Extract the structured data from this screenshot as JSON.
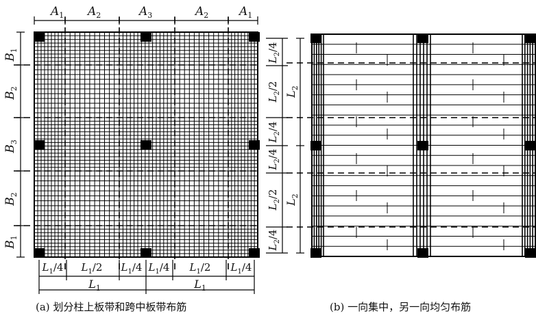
{
  "figure_a": {
    "caption": "(a) 划分柱上板带和跨中板带布筋",
    "top_labels": [
      {
        "main": "A",
        "sub": "1"
      },
      {
        "main": "A",
        "sub": "2"
      },
      {
        "main": "A",
        "sub": "3"
      },
      {
        "main": "A",
        "sub": "2"
      },
      {
        "main": "A",
        "sub": "1"
      }
    ],
    "left_labels": [
      {
        "main": "B",
        "sub": "1"
      },
      {
        "main": "B",
        "sub": "2"
      },
      {
        "main": "B",
        "sub": "3"
      },
      {
        "main": "B",
        "sub": "2"
      },
      {
        "main": "B",
        "sub": "1"
      }
    ],
    "bottom_strip_labels": [
      {
        "main": "L",
        "sub": "1",
        "tail": "/4"
      },
      {
        "main": "L",
        "sub": "1",
        "tail": "/2"
      },
      {
        "main": "L",
        "sub": "1",
        "tail": "/4"
      },
      {
        "main": "L",
        "sub": "1",
        "tail": "/4"
      },
      {
        "main": "L",
        "sub": "1",
        "tail": "/2"
      },
      {
        "main": "L",
        "sub": "1",
        "tail": "/4"
      }
    ],
    "bottom_span_labels": [
      {
        "main": "L",
        "sub": "1"
      },
      {
        "main": "L",
        "sub": "1"
      }
    ]
  },
  "figure_b": {
    "caption": "(b) 一向集中，另一向均匀布筋",
    "right_strip_labels": [
      {
        "main": "L",
        "sub": "2",
        "tail": "/4"
      },
      {
        "main": "L",
        "sub": "2",
        "tail": "/2"
      },
      {
        "main": "L",
        "sub": "2",
        "tail": "/4"
      },
      {
        "main": "L",
        "sub": "2",
        "tail": "/4"
      },
      {
        "main": "L",
        "sub": "2",
        "tail": "/2"
      },
      {
        "main": "L",
        "sub": "2",
        "tail": "/4"
      }
    ],
    "right_span_labels": [
      {
        "main": "L",
        "sub": "2"
      },
      {
        "main": "L",
        "sub": "2"
      }
    ]
  }
}
